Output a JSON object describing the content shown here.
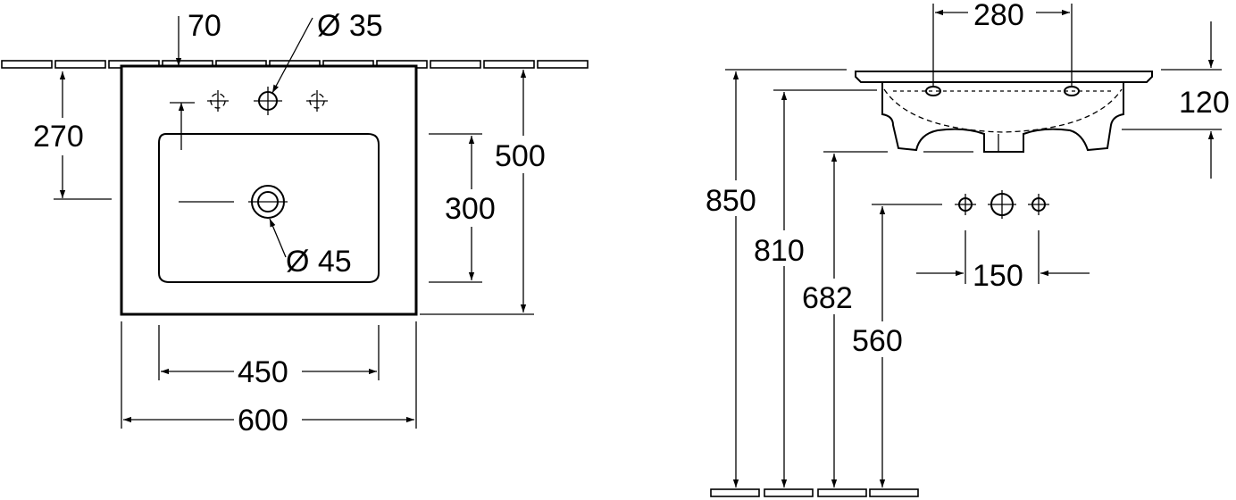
{
  "dimensions": {
    "tap_offset": "70",
    "tap_hole_diameter": "Ø 35",
    "tap_to_bowl": "270",
    "overall_depth": "500",
    "bowl_depth": "300",
    "drain_diameter": "Ø 45",
    "bowl_width": "450",
    "overall_width": "600",
    "trap_width": "280",
    "basin_height": "120",
    "rim_height": "850",
    "inner_rim_height": "810",
    "bowl_bottom_height": "682",
    "wall_connection_height": "560",
    "connection_spacing": "150"
  }
}
